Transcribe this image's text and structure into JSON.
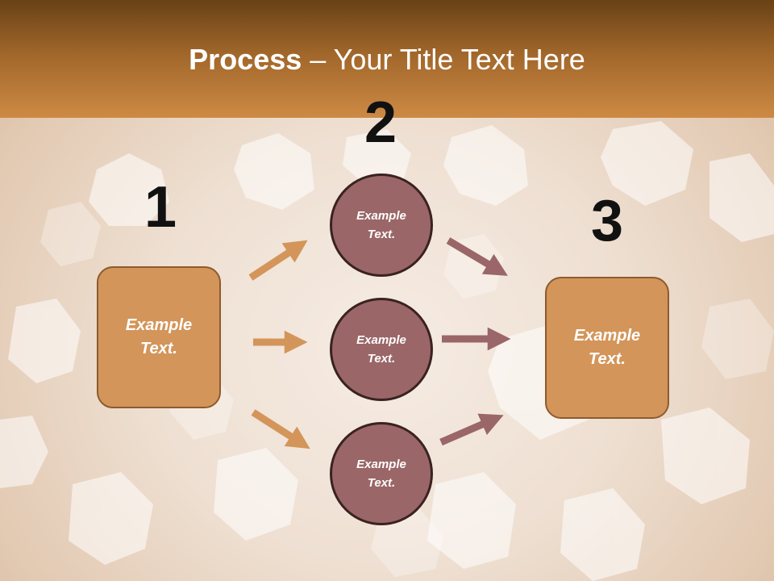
{
  "title": {
    "bold": "Process",
    "rest": " – Your Title Text Here"
  },
  "steps": {
    "one": "1",
    "two": "2",
    "three": "3"
  },
  "left_box": {
    "line1": "Example",
    "line2": "Text."
  },
  "right_box": {
    "line1": "Example",
    "line2": "Text."
  },
  "circles": [
    {
      "line1": "Example",
      "line2": "Text."
    },
    {
      "line1": "Example",
      "line2": "Text."
    },
    {
      "line1": "Example",
      "line2": "Text."
    }
  ],
  "colors": {
    "header": "#a0662a",
    "box_fill": "#d3955a",
    "circle_fill": "#9a6667",
    "arrow_left": "#d3955a",
    "arrow_right": "#9a6667"
  }
}
